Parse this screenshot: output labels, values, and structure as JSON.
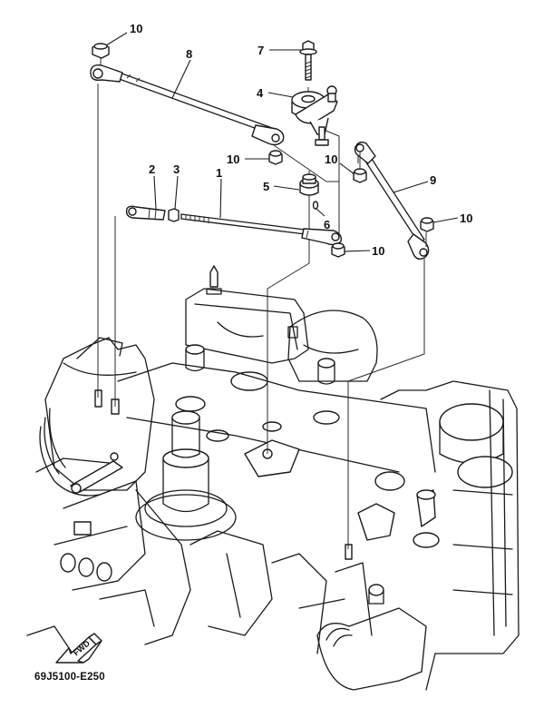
{
  "diagram": {
    "type": "exploded-parts-view",
    "subject": "Outboard engine throttle/shift link rods",
    "drawing_code": "69J5100-E250",
    "direction_badge": "FWD",
    "callouts": [
      {
        "id": "c10a",
        "label": "10",
        "part": "nut"
      },
      {
        "id": "c8",
        "label": "8",
        "part": "link rod"
      },
      {
        "id": "c7",
        "label": "7",
        "part": "bolt"
      },
      {
        "id": "c4",
        "label": "4",
        "part": "lever / pulley"
      },
      {
        "id": "c10b",
        "label": "10",
        "part": "nut"
      },
      {
        "id": "c10c",
        "label": "10",
        "part": "nut"
      },
      {
        "id": "c2",
        "label": "2",
        "part": "rod end joint"
      },
      {
        "id": "c3",
        "label": "3",
        "part": "nut"
      },
      {
        "id": "c1",
        "label": "1",
        "part": "threaded link rod"
      },
      {
        "id": "c5",
        "label": "5",
        "part": "collar"
      },
      {
        "id": "c6",
        "label": "6",
        "part": "pin"
      },
      {
        "id": "c9",
        "label": "9",
        "part": "link rod"
      },
      {
        "id": "c10d",
        "label": "10",
        "part": "nut"
      },
      {
        "id": "c10e",
        "label": "10",
        "part": "nut"
      }
    ]
  }
}
